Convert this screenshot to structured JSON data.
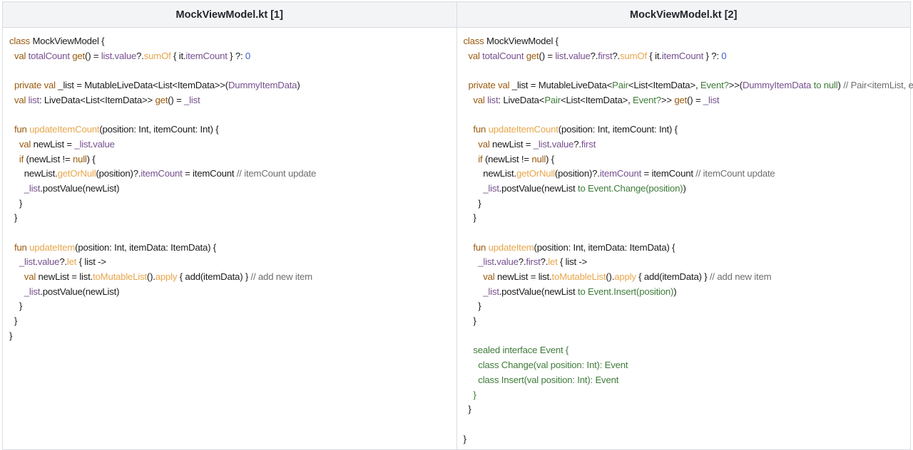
{
  "columns": [
    {
      "title": "MockViewModel.kt [1]",
      "lines": [
        [
          [
            "kw",
            "class"
          ],
          [
            "t",
            " MockViewModel {"
          ]
        ],
        [
          [
            "t",
            "  "
          ],
          [
            "kw",
            "val"
          ],
          [
            "pr",
            " totalCount"
          ],
          [
            "t",
            " "
          ],
          [
            "kw",
            "get"
          ],
          [
            "t",
            "() = "
          ],
          [
            "pr",
            "list"
          ],
          [
            "t",
            "."
          ],
          [
            "pr",
            "value"
          ],
          [
            "t",
            "?."
          ],
          [
            "fn",
            "sumOf"
          ],
          [
            "t",
            " { it."
          ],
          [
            "pr",
            "itemCount"
          ],
          [
            "t",
            " } ?: "
          ],
          [
            "nu",
            "0"
          ]
        ],
        [],
        [
          [
            "t",
            "  "
          ],
          [
            "kw",
            "private val"
          ],
          [
            "t",
            " _list = MutableLiveData<List<ItemData>>("
          ],
          [
            "pr",
            "DummyItemData"
          ],
          [
            "t",
            ")"
          ]
        ],
        [
          [
            "t",
            "  "
          ],
          [
            "kw",
            "val"
          ],
          [
            "t",
            " "
          ],
          [
            "pr",
            "list"
          ],
          [
            "t",
            ": LiveData<List<ItemData>> "
          ],
          [
            "kw",
            "get"
          ],
          [
            "t",
            "() = "
          ],
          [
            "pr",
            "_list"
          ]
        ],
        [],
        [
          [
            "t",
            "  "
          ],
          [
            "kw",
            "fun"
          ],
          [
            "t",
            " "
          ],
          [
            "fn",
            "updateItemCount"
          ],
          [
            "t",
            "(position: Int, itemCount: Int) {"
          ]
        ],
        [
          [
            "t",
            "    "
          ],
          [
            "kw",
            "val"
          ],
          [
            "t",
            " newList = "
          ],
          [
            "pr",
            "_list"
          ],
          [
            "t",
            "."
          ],
          [
            "pr",
            "value"
          ]
        ],
        [
          [
            "t",
            "    "
          ],
          [
            "kw",
            "if"
          ],
          [
            "t",
            " (newList != "
          ],
          [
            "kw",
            "null"
          ],
          [
            "t",
            ") {"
          ]
        ],
        [
          [
            "t",
            "      newList."
          ],
          [
            "fn",
            "getOrNull"
          ],
          [
            "t",
            "(position)?."
          ],
          [
            "pr",
            "itemCount"
          ],
          [
            "t",
            " = itemCount "
          ],
          [
            "cm",
            "// itemCount update"
          ]
        ],
        [
          [
            "t",
            "      "
          ],
          [
            "pr",
            "_list"
          ],
          [
            "t",
            ".postValue(newList)"
          ]
        ],
        [
          [
            "t",
            "    }"
          ]
        ],
        [
          [
            "t",
            "  }"
          ]
        ],
        [],
        [
          [
            "t",
            "  "
          ],
          [
            "kw",
            "fun"
          ],
          [
            "t",
            " "
          ],
          [
            "fn",
            "updateItem"
          ],
          [
            "t",
            "(position: Int, itemData: ItemData) {"
          ]
        ],
        [
          [
            "t",
            "    "
          ],
          [
            "pr",
            "_list"
          ],
          [
            "t",
            "."
          ],
          [
            "pr",
            "value"
          ],
          [
            "t",
            "?."
          ],
          [
            "fn",
            "let"
          ],
          [
            "t",
            " { list ->"
          ]
        ],
        [
          [
            "t",
            "      "
          ],
          [
            "kw",
            "val"
          ],
          [
            "t",
            " newList = list."
          ],
          [
            "fn",
            "toMutableList"
          ],
          [
            "t",
            "()."
          ],
          [
            "fn",
            "apply"
          ],
          [
            "t",
            " { add(itemData) } "
          ],
          [
            "cm",
            "// add new item"
          ]
        ],
        [
          [
            "t",
            "      "
          ],
          [
            "pr",
            "_list"
          ],
          [
            "t",
            ".postValue(newList)"
          ]
        ],
        [
          [
            "t",
            "    }"
          ]
        ],
        [
          [
            "t",
            "  }"
          ]
        ],
        [
          [
            "t",
            "}"
          ]
        ]
      ]
    },
    {
      "title": "MockViewModel.kt [2]",
      "lines": [
        [
          [
            "kw",
            "class"
          ],
          [
            "t",
            " MockViewModel {"
          ]
        ],
        [
          [
            "t",
            "  "
          ],
          [
            "kw",
            "val"
          ],
          [
            "pr",
            " totalCount"
          ],
          [
            "t",
            " "
          ],
          [
            "kw",
            "get"
          ],
          [
            "t",
            "() = "
          ],
          [
            "pr",
            "list"
          ],
          [
            "t",
            "."
          ],
          [
            "pr",
            "value"
          ],
          [
            "t",
            "?."
          ],
          [
            "pr",
            "first"
          ],
          [
            "t",
            "?."
          ],
          [
            "fn",
            "sumOf"
          ],
          [
            "t",
            " { it."
          ],
          [
            "pr",
            "itemCount"
          ],
          [
            "t",
            " } ?: "
          ],
          [
            "nu",
            "0"
          ]
        ],
        [],
        [
          [
            "t",
            "  "
          ],
          [
            "kw",
            "private val"
          ],
          [
            "t",
            " _list = MutableLiveData<"
          ],
          [
            "gr",
            "Pair"
          ],
          [
            "t",
            "<List<ItemData>, "
          ],
          [
            "gr",
            "Event?"
          ],
          [
            "t",
            ">>("
          ],
          [
            "pr",
            "DummyItemData"
          ],
          [
            "gr",
            " to null"
          ],
          [
            "t",
            ") "
          ],
          [
            "cm",
            "// Pair<itemList, event>"
          ]
        ],
        [
          [
            "t",
            "    "
          ],
          [
            "kw",
            "val"
          ],
          [
            "t",
            " "
          ],
          [
            "pr",
            "list"
          ],
          [
            "t",
            ": LiveData<"
          ],
          [
            "gr",
            "Pair"
          ],
          [
            "t",
            "<List<ItemData>, "
          ],
          [
            "gr",
            "Event?"
          ],
          [
            "t",
            ">> "
          ],
          [
            "kw",
            "get"
          ],
          [
            "t",
            "() = "
          ],
          [
            "pr",
            "_list"
          ]
        ],
        [],
        [
          [
            "t",
            "    "
          ],
          [
            "kw",
            "fun"
          ],
          [
            "t",
            " "
          ],
          [
            "fn",
            "updateItemCount"
          ],
          [
            "t",
            "(position: Int, itemCount: Int) {"
          ]
        ],
        [
          [
            "t",
            "      "
          ],
          [
            "kw",
            "val"
          ],
          [
            "t",
            " newList = "
          ],
          [
            "pr",
            "_list"
          ],
          [
            "t",
            "."
          ],
          [
            "pr",
            "value"
          ],
          [
            "t",
            "?."
          ],
          [
            "pr",
            "first"
          ]
        ],
        [
          [
            "t",
            "      "
          ],
          [
            "kw",
            "if"
          ],
          [
            "t",
            " (newList != "
          ],
          [
            "kw",
            "null"
          ],
          [
            "t",
            ") {"
          ]
        ],
        [
          [
            "t",
            "        newList."
          ],
          [
            "fn",
            "getOrNull"
          ],
          [
            "t",
            "(position)?."
          ],
          [
            "pr",
            "itemCount"
          ],
          [
            "t",
            " = itemCount "
          ],
          [
            "cm",
            "// itemCount update"
          ]
        ],
        [
          [
            "t",
            "        "
          ],
          [
            "pr",
            "_list"
          ],
          [
            "t",
            ".postValue(newList "
          ],
          [
            "gr",
            "to Event.Change(position)"
          ],
          [
            "t",
            ")"
          ]
        ],
        [
          [
            "t",
            "      }"
          ]
        ],
        [
          [
            "t",
            "    }"
          ]
        ],
        [],
        [
          [
            "t",
            "    "
          ],
          [
            "kw",
            "fun"
          ],
          [
            "t",
            " "
          ],
          [
            "fn",
            "updateItem"
          ],
          [
            "t",
            "(position: Int, itemData: ItemData) {"
          ]
        ],
        [
          [
            "t",
            "      "
          ],
          [
            "pr",
            "_list"
          ],
          [
            "t",
            "."
          ],
          [
            "pr",
            "value"
          ],
          [
            "t",
            "?."
          ],
          [
            "pr",
            "first"
          ],
          [
            "t",
            "?."
          ],
          [
            "fn",
            "let"
          ],
          [
            "t",
            " { list ->"
          ]
        ],
        [
          [
            "t",
            "        "
          ],
          [
            "kw",
            "val"
          ],
          [
            "t",
            " newList = list."
          ],
          [
            "fn",
            "toMutableList"
          ],
          [
            "t",
            "()."
          ],
          [
            "fn",
            "apply"
          ],
          [
            "t",
            " { add(itemData) } "
          ],
          [
            "cm",
            "// add new item"
          ]
        ],
        [
          [
            "t",
            "        "
          ],
          [
            "pr",
            "_list"
          ],
          [
            "t",
            ".postValue(newList "
          ],
          [
            "gr",
            "to Event.Insert(position)"
          ],
          [
            "t",
            ")"
          ]
        ],
        [
          [
            "t",
            "      }"
          ]
        ],
        [
          [
            "t",
            "    }"
          ]
        ],
        [],
        [
          [
            "t",
            "    "
          ],
          [
            "gr",
            "sealed interface Event {"
          ]
        ],
        [
          [
            "t",
            "      "
          ],
          [
            "gr",
            "class Change(val position: Int): Event"
          ]
        ],
        [
          [
            "t",
            "      "
          ],
          [
            "gr",
            "class Insert(val position: Int): Event"
          ]
        ],
        [
          [
            "t",
            "    "
          ],
          [
            "gr",
            "}"
          ]
        ],
        [
          [
            "t",
            "  }"
          ]
        ],
        [],
        [
          [
            "t",
            "}"
          ]
        ]
      ]
    }
  ]
}
